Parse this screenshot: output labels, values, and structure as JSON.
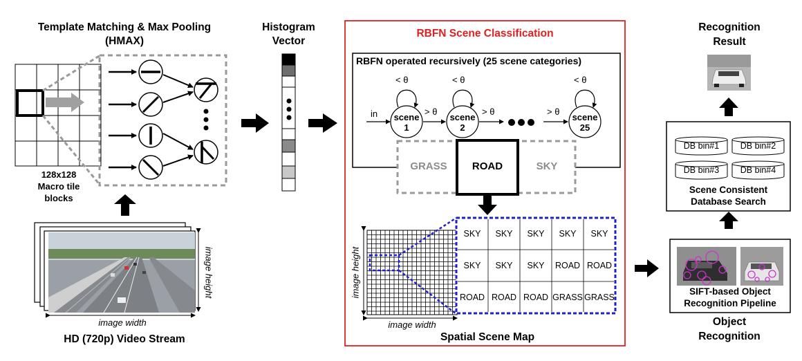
{
  "hmax": {
    "title_line1": "Template Matching & Max Pooling",
    "title_line2": "(HMAX)",
    "tile_label_line1": "128x128",
    "tile_label_line2": "Macro tile",
    "tile_label_line3": "blocks"
  },
  "video": {
    "caption": "HD (720p) Video Stream",
    "width_label": "image width",
    "height_label": "image height"
  },
  "histogram": {
    "title_line1": "Histogram",
    "title_line2": "Vector"
  },
  "rbfn": {
    "title": "RBFN Scene Classification",
    "subtitle": "RBFN operated recursively (25 scene categories)",
    "input_label": "in",
    "threshold_lt": "< θ",
    "threshold_gt": "> θ",
    "scene_word": "scene",
    "scene_numbers": [
      "1",
      "2",
      "25"
    ],
    "outputs": [
      "GRASS",
      "ROAD",
      "SKY"
    ]
  },
  "scene_map": {
    "caption": "Spatial Scene Map",
    "width_label": "image width",
    "height_label": "image height",
    "rows": [
      [
        "SKY",
        "SKY",
        "SKY",
        "SKY",
        "SKY"
      ],
      [
        "SKY",
        "SKY",
        "SKY",
        "ROAD",
        "ROAD"
      ],
      [
        "ROAD",
        "ROAD",
        "ROAD",
        "GRASS",
        "GRASS"
      ]
    ]
  },
  "recognition_result": {
    "title_line1": "Recognition",
    "title_line2": "Result"
  },
  "database": {
    "bins": [
      "DB bin#1",
      "DB bin#2",
      "DB bin#3",
      "DB bin#4"
    ],
    "caption_line1": "Scene Consistent",
    "caption_line2": "Database Search"
  },
  "object_recognition": {
    "pipeline_line1": "SIFT-based Object",
    "pipeline_line2": "Recognition Pipeline",
    "title_line1": "Object",
    "title_line2": "Recognition"
  },
  "colors": {
    "red_frame": "#e02020",
    "blue_dashed": "#1f1fd0",
    "gray_dashed": "#999999",
    "gray_arrow": "#a0a0a0",
    "purple_marks": "#cc33cc"
  }
}
